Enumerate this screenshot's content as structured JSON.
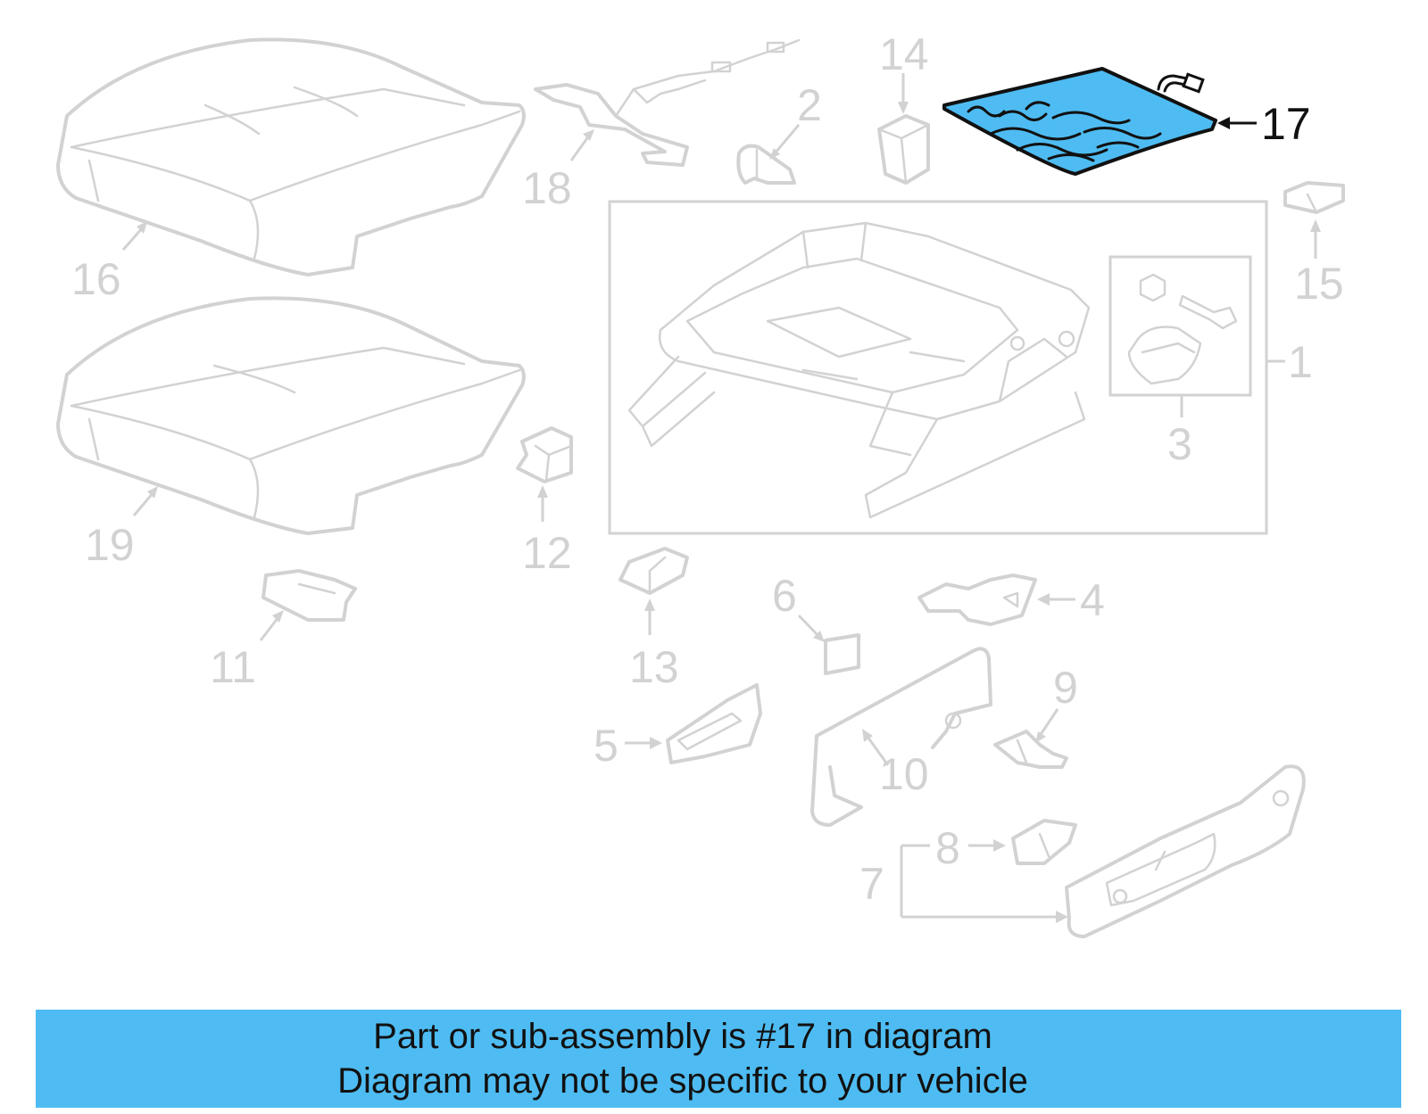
{
  "diagram": {
    "highlighted_part": "17",
    "highlight_color": "#4ebcf2",
    "callouts": [
      "1",
      "2",
      "3",
      "4",
      "5",
      "6",
      "7",
      "8",
      "9",
      "10",
      "11",
      "12",
      "13",
      "14",
      "15",
      "16",
      "17",
      "18",
      "19"
    ]
  },
  "caption": {
    "line1": "Part or sub-assembly is #17 in diagram",
    "line2": "Diagram may not be specific to your vehicle"
  }
}
